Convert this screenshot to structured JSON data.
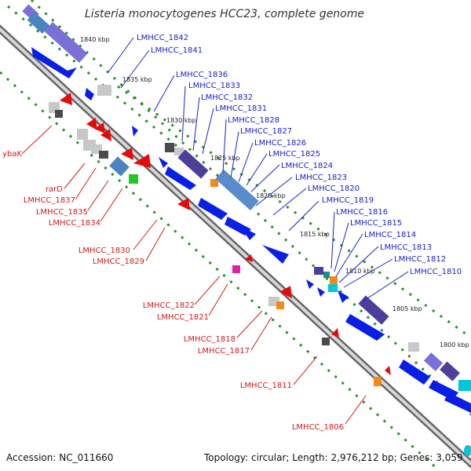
{
  "title": "Listeria monocytogenes HCC23, complete genome",
  "accession": "Accession: NC_011660",
  "topology": "Topology: circular; Length: 2,976,212 bp; Genes: 3,059",
  "colors": {
    "backbone": "#8c8c8c",
    "blue_gene": "#0a1fe6",
    "red_gene": "#e60a0a",
    "blue_label": "#1a22c8",
    "red_label": "#d21a1a",
    "tick": "#2a8f2a"
  },
  "ticks": [
    "1840 kbp",
    "1835 kbp",
    "1830 kbp",
    "1825 kbp",
    "1820 kbp",
    "1815 kbp",
    "1810 kbp",
    "1805 kbp",
    "1800 kbp"
  ],
  "labels_forward": [
    "LMHCC_1842",
    "LMHCC_1841",
    "LMHCC_1836",
    "LMHCC_1833",
    "LMHCC_1832",
    "LMHCC_1831",
    "LMHCC_1828",
    "LMHCC_1827",
    "LMHCC_1826",
    "LMHCC_1825",
    "LMHCC_1824",
    "LMHCC_1823",
    "LMHCC_1820",
    "LMHCC_1819",
    "LMHCC_1816",
    "LMHCC_1815",
    "LMHCC_1814",
    "LMHCC_1813",
    "LMHCC_1812",
    "LMHCC_1810"
  ],
  "labels_reverse": [
    "ybaK",
    "rarD",
    "LMHCC_1837",
    "LMHCC_1835",
    "LMHCC_1834",
    "LMHCC_1830",
    "LMHCC_1829",
    "LMHCC_1822",
    "LMHCC_1821",
    "LMHCC_1818",
    "LMHCC_1817",
    "LMHCC_1811",
    "LMHCC_1806"
  ]
}
